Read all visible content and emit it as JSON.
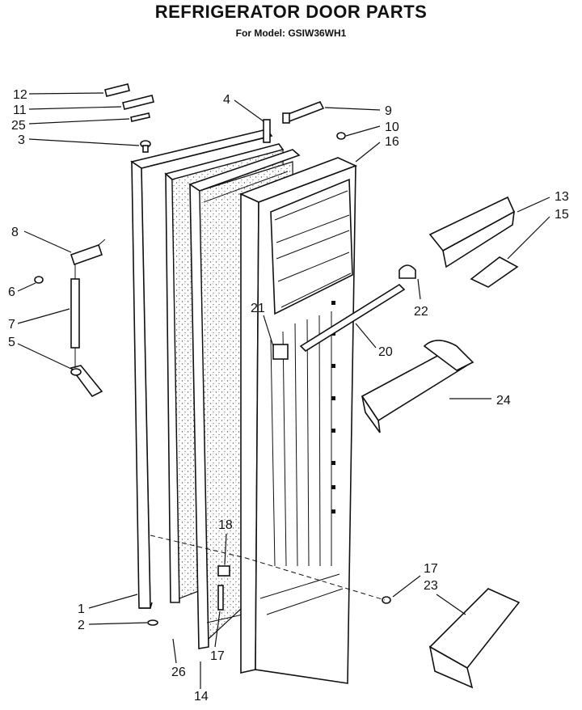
{
  "header": {
    "title": "REFRIGERATOR DOOR PARTS",
    "subtitle": "For Model: GSIW36WH1"
  },
  "callouts": {
    "c1": "1",
    "c2": "2",
    "c3": "3",
    "c4": "4",
    "c5": "5",
    "c6": "6",
    "c7": "7",
    "c8": "8",
    "c9": "9",
    "c10": "10",
    "c11": "11",
    "c12": "12",
    "c13": "13",
    "c14": "14",
    "c15": "15",
    "c16": "16",
    "c17a": "17",
    "c17b": "17",
    "c18": "18",
    "c20": "20",
    "c21": "21",
    "c22": "22",
    "c23": "23",
    "c24": "24",
    "c25": "25",
    "c26": "26"
  }
}
